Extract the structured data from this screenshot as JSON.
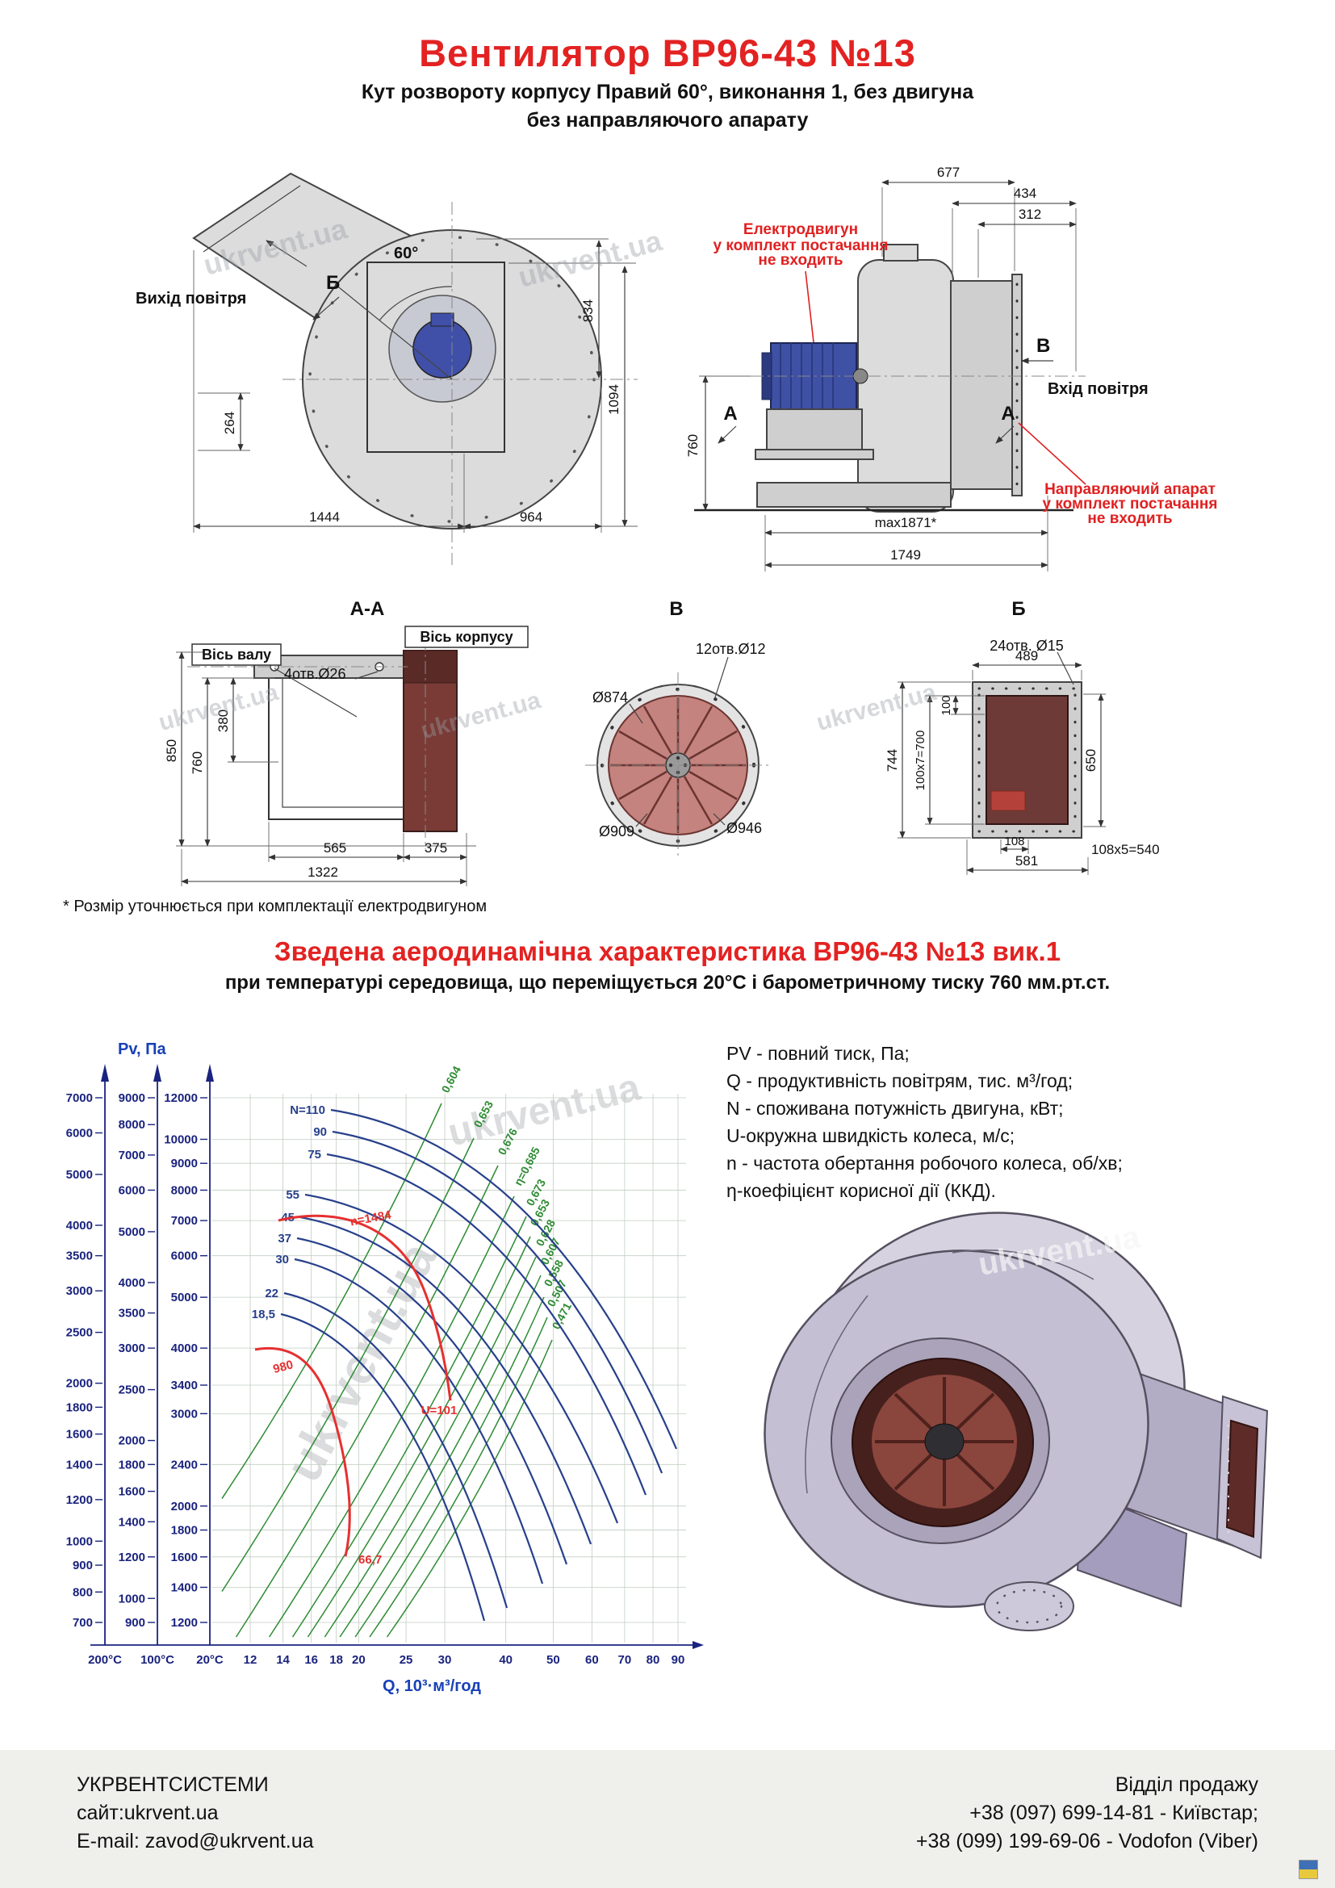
{
  "page": {
    "title": "Вентилятор  ВР96-43 №13",
    "subtitle_line1": "Кут розвороту корпусу Правий 60°, виконання 1, без двигуна",
    "subtitle_line2": "без направляючого апарату",
    "footnote": "* Розмір уточнюється при комплектації електродвигуном",
    "watermark": "ukrvent.ua"
  },
  "front_view": {
    "angle_label": "60°",
    "air_out_label": "Вихід повітря",
    "section_mark": "Б",
    "dim_834": "834",
    "dim_264": "264",
    "dim_1094": "1094",
    "dim_1444": "1444",
    "dim_964": "964"
  },
  "side_view": {
    "dim_677": "677",
    "dim_434": "434",
    "dim_312": "312",
    "dim_760": "760",
    "dim_max": "max1871*",
    "dim_1749": "1749",
    "motor_note_l1": "Електродвигун",
    "motor_note_l2": "у комплект постачання",
    "motor_note_l3": "не входить",
    "guide_note_l1": "Направляючий апарат",
    "guide_note_l2": "у комплект постачання",
    "guide_note_l3": "не входить",
    "section_mark_v": "В",
    "air_in_label": "Вхід повітря",
    "section_mark_a": "А"
  },
  "section_aa": {
    "title": "А-А",
    "axis_body": "Вісь корпусу",
    "axis_shaft": "Вісь валу",
    "holes": "4отв.Ø26",
    "dim_850": "850",
    "dim_760": "760",
    "dim_380": "380",
    "dim_565": "565",
    "dim_375": "375",
    "dim_1322": "1322"
  },
  "section_v": {
    "title": "В",
    "holes": "12отв.Ø12",
    "dim_d874": "Ø874",
    "dim_d909": "Ø909",
    "dim_d946": "Ø946"
  },
  "section_b": {
    "title": "Б",
    "holes": "24отв. Ø15",
    "dim_489": "489",
    "dim_744": "744",
    "dim_100x7": "100x7=700",
    "dim_100": "100",
    "dim_650": "650",
    "dim_108": "108",
    "dim_108x5": "108x5=540",
    "dim_581": "581"
  },
  "aero": {
    "heading": "Зведена аеродинамічна характеристика ВР96-43 №13 вик.1",
    "subheading": "при температурі середовища, що переміщується 20°С і барометричному тиску 760 мм.рт.ст.",
    "legend": [
      "PV - повний тиск, Па;",
      "Q - продуктивність повітрям, тис. м³/год;",
      "N - споживана потужність двигуна, кВт;",
      "U-окружна швидкість колеса, м/с;",
      "n - частота обертання робочого колеса, об/хв;",
      "η-коефіцієнт корисної дії (ККД)."
    ]
  },
  "chart_data": {
    "type": "line",
    "title": "Зведена аеродинамічна характеристика ВР96-43 №13 вик.1",
    "y_axis_label": "Pv, Па",
    "x_axis_label": "Q, 10³·м³/год",
    "x_scale": "log",
    "y_scale": "log",
    "grid": true,
    "x_ticks": [
      12,
      14,
      16,
      18,
      20,
      25,
      30,
      40,
      50,
      60,
      70,
      80,
      90
    ],
    "y_axes": [
      {
        "temp": "200°C",
        "ticks": [
          700,
          800,
          900,
          1000,
          1200,
          1400,
          1600,
          1800,
          2000,
          2500,
          3000,
          3500,
          4000,
          5000,
          6000,
          7000
        ]
      },
      {
        "temp": "100°C",
        "ticks": [
          900,
          1000,
          1200,
          1400,
          1600,
          1800,
          2000,
          2500,
          3000,
          3500,
          4000,
          5000,
          6000,
          7000,
          8000,
          9000
        ]
      },
      {
        "temp": "20°C",
        "ticks": [
          1200,
          1400,
          1600,
          1800,
          2000,
          2400,
          3000,
          3400,
          4000,
          5000,
          6000,
          7000,
          8000,
          9000,
          10000,
          12000
        ]
      }
    ],
    "power_curve_labels_kw": [
      "N=110",
      "90",
      "75",
      "55",
      "45",
      "37",
      "30",
      "22",
      "18,5"
    ],
    "efficiency_labels": [
      "0,604",
      "0,653",
      "0,676",
      "η=0,685",
      "0,673",
      "0,653",
      "0,628",
      "0,607",
      "0,558",
      "0,507",
      "0,471"
    ],
    "speed_curves": [
      {
        "label": "n=1484",
        "end_label": "U=101"
      },
      {
        "label": "980",
        "end_label": "66,7"
      }
    ]
  },
  "footer": {
    "company": "УКРВЕНТСИСТЕМИ",
    "site": "сайт:ukrvent.ua",
    "email": "E-mail: zavod@ukrvent.ua",
    "sales_title": "Відділ продажу",
    "phone1": "+38 (097) 699-14-81 - Київстар;",
    "phone2": "+38 (099) 199-69-06 - Vodofon (Viber)"
  }
}
